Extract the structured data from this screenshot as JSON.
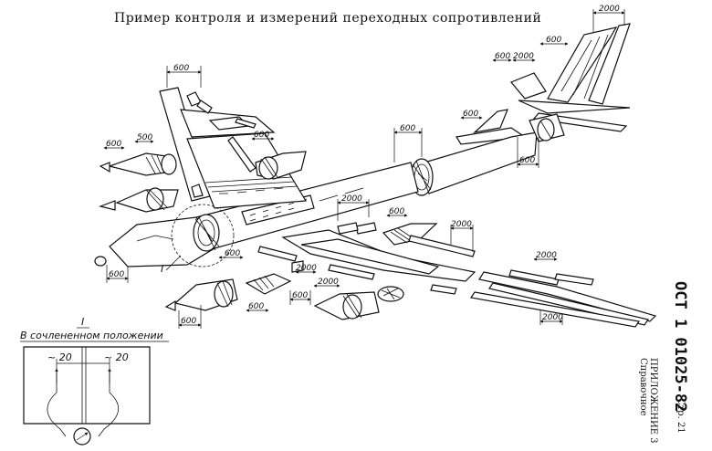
{
  "title": "Пример контроля и измерений переходных сопротивлений",
  "dimensions": {
    "d600": "600",
    "d500": "500",
    "d2000": "2000"
  },
  "view_label": "I",
  "callout_mark": "I",
  "detail_caption": "В сочлененном положении",
  "detail_offset_left": "~ 20",
  "detail_offset_right": "~ 20",
  "standard": {
    "code": "ОСТ 1 01025-82",
    "page_label": "Стр. 21",
    "appendix": "ПРИЛОЖЕНИЕ 3",
    "note": "Справочное"
  }
}
